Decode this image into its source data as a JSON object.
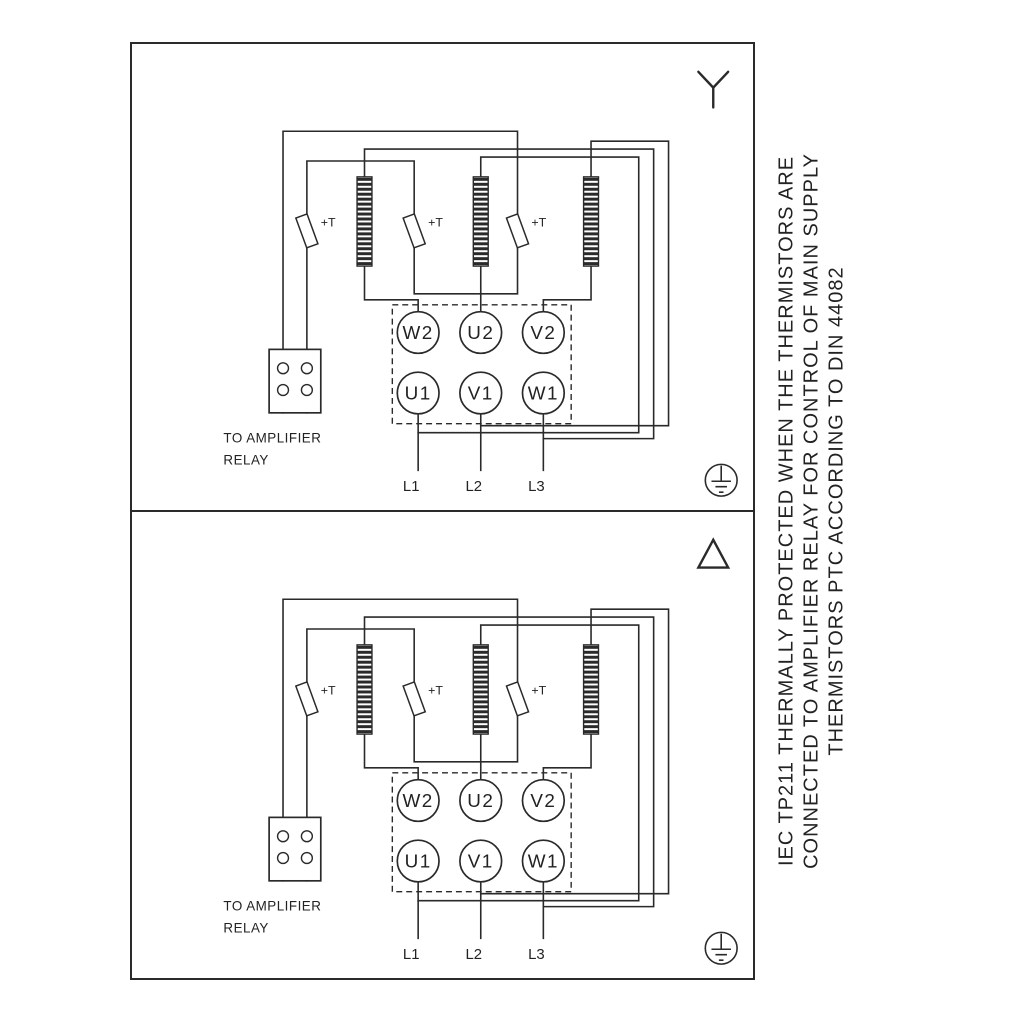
{
  "side_note": {
    "line1": "IEC TP211 THERMALLY PROTECTED WHEN THE THERMISTORS ARE",
    "line2": "CONNECTED TO AMPLIFIER RELAY FOR CONTROL OF MAIN SUPPLY",
    "line3": "THERMISTORS PTC ACCORDING TO DIN 44082"
  },
  "panels": [
    {
      "connection": "star",
      "symbol": "Y",
      "thermistor_label": "+T",
      "terminals_top": [
        "W2",
        "U2",
        "V2"
      ],
      "terminals_bottom": [
        "U1",
        "V1",
        "W1"
      ],
      "supply": [
        "L1",
        "L2",
        "L3"
      ],
      "relay_note": [
        "TO AMPLIFIER",
        "RELAY"
      ]
    },
    {
      "connection": "delta",
      "symbol": "Δ",
      "thermistor_label": "+T",
      "terminals_top": [
        "W2",
        "U2",
        "V2"
      ],
      "terminals_bottom": [
        "U1",
        "V1",
        "W1"
      ],
      "supply": [
        "L1",
        "L2",
        "L3"
      ],
      "relay_note": [
        "TO AMPLIFIER",
        "RELAY"
      ]
    }
  ],
  "colors": {
    "line": "#2a2a2a",
    "background": "#ffffff"
  }
}
